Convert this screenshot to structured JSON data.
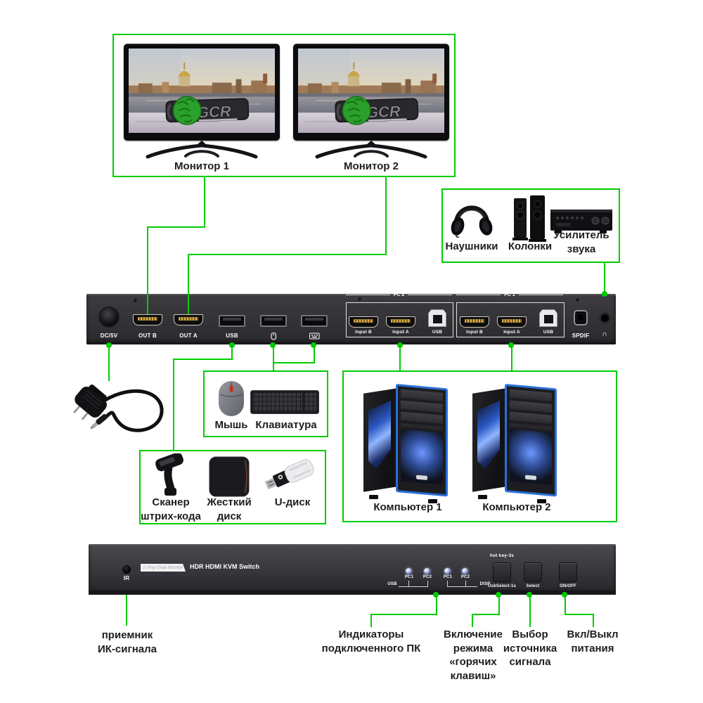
{
  "colors": {
    "accent": "#00cc00",
    "panel": "#2f2f34",
    "pc_trim_blue": "#2a70d8",
    "logo_green": "#2aa12a"
  },
  "monitor_box": {
    "monitor1": "Монитор 1",
    "monitor2": "Монитор 2",
    "logo_text": "GCR"
  },
  "audio_box": {
    "headphones": "Наушники",
    "speakers": "Колонки",
    "amplifier": "Усилитель\nзвука"
  },
  "rear_panel": {
    "dc_label": "DC/5V",
    "out_b": "OUT B",
    "out_a": "OUT A",
    "usb": "USB",
    "pc2": {
      "title": "PC 2",
      "input_b": "Input B",
      "input_a": "Input A",
      "usb": "USB"
    },
    "pc1": {
      "title": "PC 1",
      "input_b": "Input B",
      "input_a": "Input A",
      "usb": "USB"
    },
    "spdif": "SPDIF",
    "phones_icon": "∩"
  },
  "peripherals_box": {
    "mouse": "Мышь",
    "keyboard": "Клавиатура"
  },
  "usb_devices_box": {
    "scanner": "Сканер\nштрих-кода",
    "hdd": "Жесткий\nдиск",
    "udisk": "U-диск"
  },
  "computers_box": {
    "pc1": "Компьютер 1",
    "pc2": "Компьютер 2"
  },
  "front_panel": {
    "ir": "IR",
    "badge": "2 Way Dual Monitor",
    "model": "HDR HDMI KVM Switch",
    "led_labels": [
      "PC1",
      "PC2",
      "PC1",
      "PC2"
    ],
    "usb_group": "USB",
    "disp_group": "DISP",
    "hotkey_note": "hot key-3s",
    "usb_select_btn": "UsbSelect-1s",
    "select_btn": "Select",
    "onoff_btn": "ON/OFF"
  },
  "annotations": {
    "ir": "приемник\nИК-сигнала",
    "indicators": "Индикаторы\nподключенного ПК",
    "hotkey": "Включение\nрежима\n«горячих\nклавиш»",
    "source": "Выбор\nисточника\nсигнала",
    "power": "Вкл/Выкл\nпитания"
  }
}
